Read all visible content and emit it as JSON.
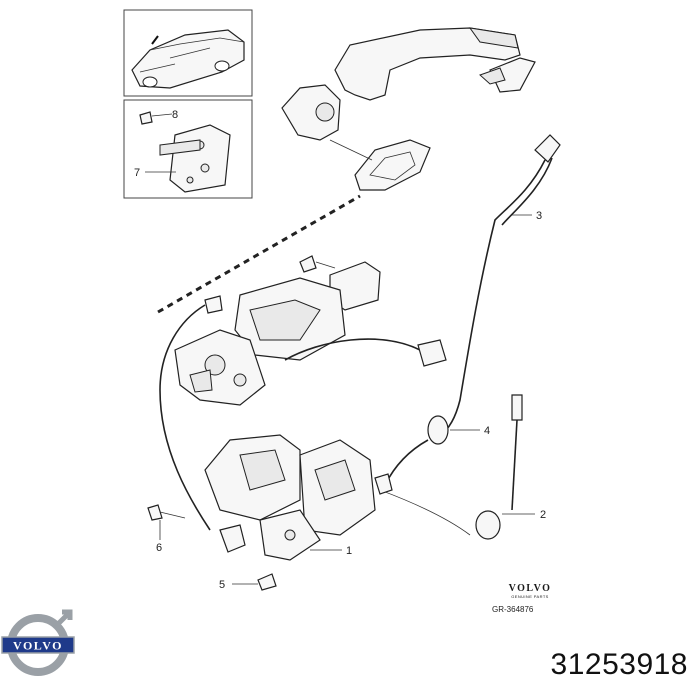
{
  "diagram": {
    "callouts": [
      {
        "id": "c8",
        "label": "8"
      },
      {
        "id": "c7",
        "label": "7"
      },
      {
        "id": "c3",
        "label": "3"
      },
      {
        "id": "c4",
        "label": "4"
      },
      {
        "id": "c2",
        "label": "2"
      },
      {
        "id": "c1",
        "label": "1"
      },
      {
        "id": "c6",
        "label": "6"
      },
      {
        "id": "c5",
        "label": "5"
      }
    ]
  },
  "brand": {
    "name": "VOLVO",
    "subtitle": "GENUINE PARTS",
    "reference": "GR-364876"
  },
  "logo": {
    "text": "VOLVO",
    "color": "#1f3a8a",
    "ring_color": "#9aa0a6"
  },
  "part_number": "31253918"
}
